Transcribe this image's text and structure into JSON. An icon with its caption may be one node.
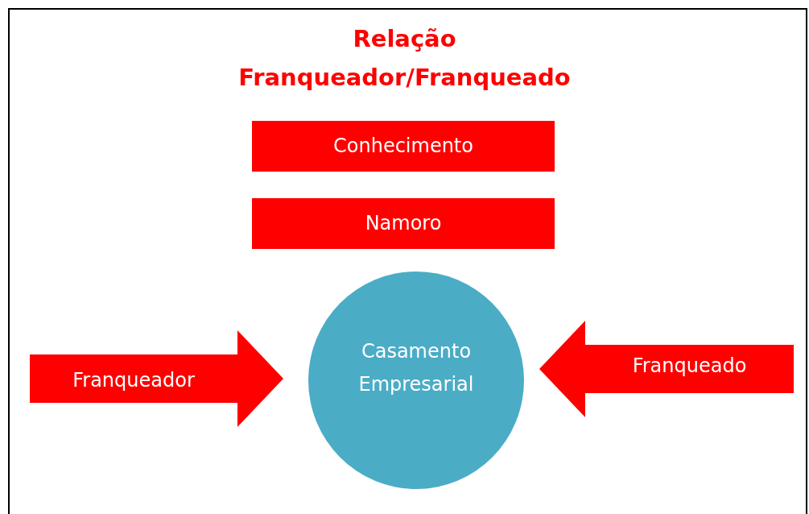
{
  "diagram": {
    "title": "Relação Franqueador/Franqueado",
    "nodes": [
      {
        "text": [
          "Conhecimento"
        ]
      },
      {
        "text": [
          "Namoro"
        ]
      },
      {
        "text": [
          "Franqueador"
        ]
      },
      {
        "text": [
          "Casamento Empresarial"
        ]
      },
      {
        "text": [
          "Franqueado"
        ]
      }
    ]
  }
}
